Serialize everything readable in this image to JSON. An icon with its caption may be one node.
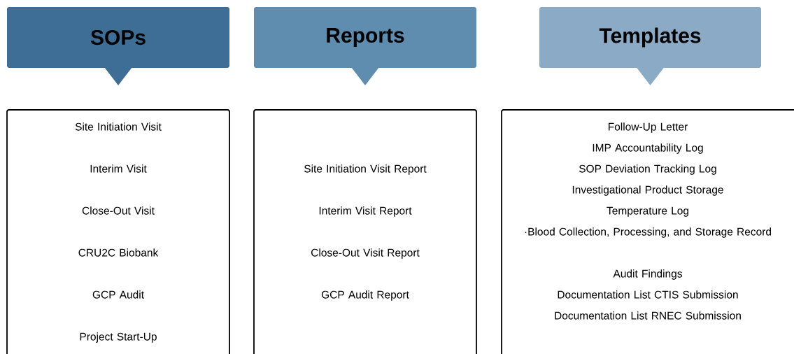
{
  "diagram": {
    "nodes": [
      {
        "text": [
          "SOPs"
        ]
      },
      {
        "text": [
          "Reports"
        ]
      },
      {
        "text": [
          "Templates"
        ]
      },
      {
        "text": [
          "Site Initiation Visit",
          "Interim Visit",
          "Close-Out Visit",
          "CRU2C Biobank",
          "GCP Audit",
          "Project Start-Up"
        ]
      },
      {
        "text": [
          "Site Initiation Visit Report",
          "Interim Visit Report",
          "Close-Out Visit Report",
          "GCP Audit Report"
        ]
      },
      {
        "text": [
          "Follow-Up Letter",
          "IMP Accountability Log",
          "SOP Deviation Tracking Log",
          "Investigational Product Storage",
          "Temperature Log",
          "·Blood Collection, Processing, and Storage Record",
          "Audit Findings",
          "Documentation List CTIS Submission",
          "Documentation List RNEC Submission"
        ]
      }
    ]
  }
}
